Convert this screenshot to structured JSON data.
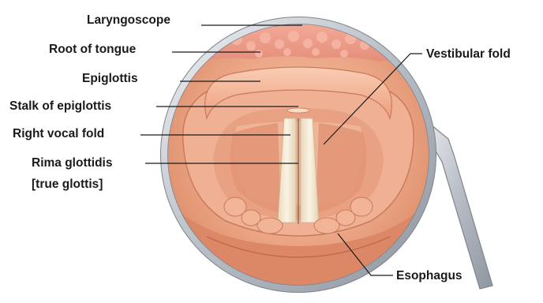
{
  "labels": {
    "laryngoscope": "Laryngoscope",
    "root_of_tongue": "Root of tongue",
    "epiglottis": "Epiglottis",
    "stalk_of_epiglottis": "Stalk of epiglottis",
    "right_vocal_fold": "Right vocal fold",
    "rima_glottidis": "Rima glottidis",
    "true_glottis": "[true glottis]",
    "vestibular_fold": "Vestibular fold",
    "esophagus": "Esophagus"
  },
  "colors": {
    "tissue_light": "#f2b79a",
    "tissue_mid": "#e59a78",
    "tissue_dark": "#c9704f",
    "vocal_fold": "#efe4cf",
    "instrument_ring": "#c9cdd3",
    "text": "#1a1a1a"
  }
}
